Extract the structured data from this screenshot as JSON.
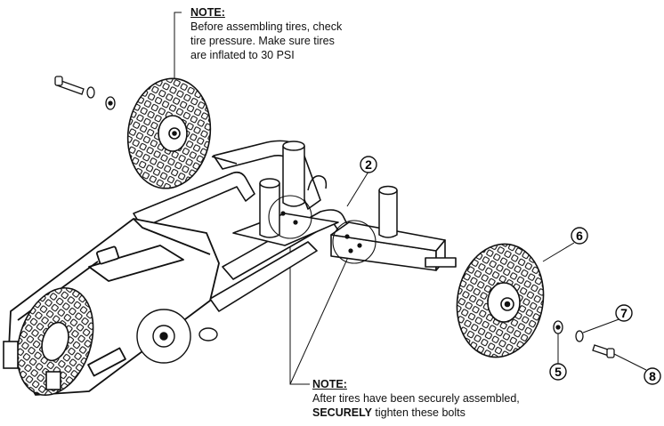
{
  "notes": {
    "top": {
      "heading": "NOTE:",
      "lines": [
        "Before assembling tires, check",
        "tire pressure.  Make sure tires",
        "are inflated to 30 PSI"
      ]
    },
    "bottom": {
      "heading": "NOTE:",
      "line1": "After tires have been securely assembled,",
      "line2_bold": "SECURELY",
      "line2_rest": " tighten these bolts"
    }
  },
  "callouts": [
    "2",
    "6",
    "7",
    "5",
    "8"
  ]
}
